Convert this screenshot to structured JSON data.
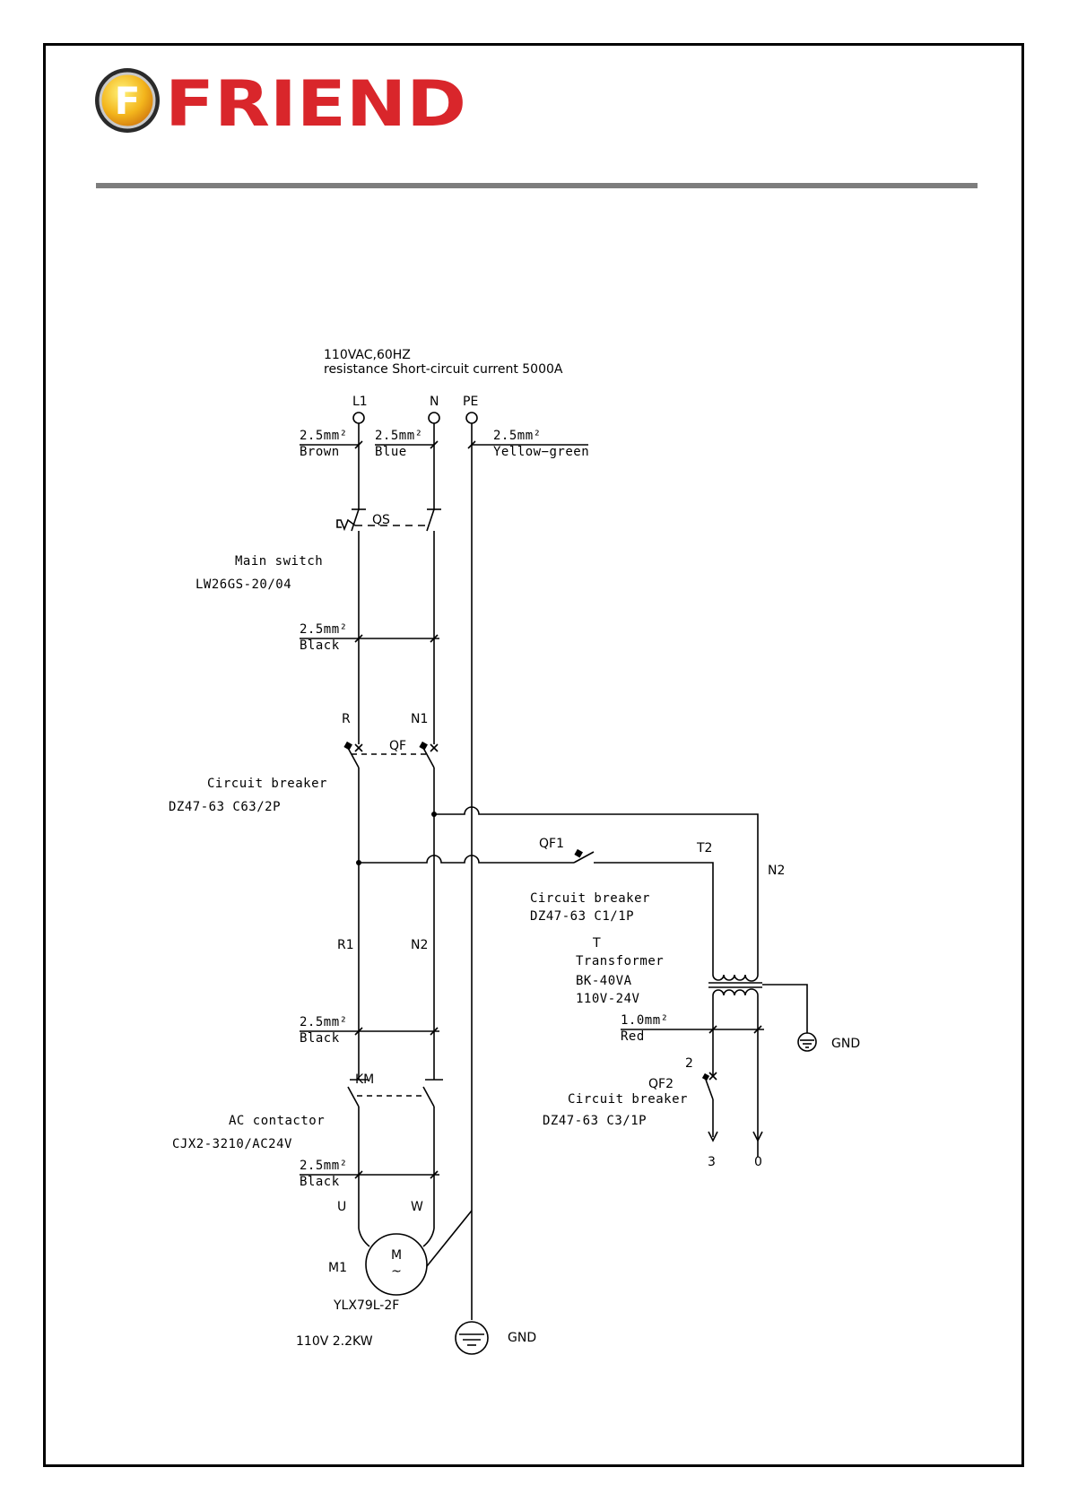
{
  "logo": {
    "text": "FRIEND",
    "badge_letter": "F",
    "color": "#d9262b"
  },
  "supply": {
    "line1": "110VAC,60HZ",
    "line2": "resistance Short-circuit current 5000A"
  },
  "terminals": {
    "l1": "L1",
    "n": "N",
    "pe": "PE"
  },
  "wires": {
    "w1": {
      "size": "2.5mm²",
      "color": "Brown"
    },
    "w2": {
      "size": "2.5mm²",
      "color": "Blue"
    },
    "w3": {
      "size": "2.5mm²",
      "color": "Yellow−green"
    },
    "w4": {
      "size": "2.5mm²",
      "color": "Black"
    },
    "w5": {
      "size": "2.5mm²",
      "color": "Black"
    },
    "w6": {
      "size": "2.5mm²",
      "color": "Black"
    },
    "w7": {
      "size": "1.0mm²",
      "color": "Red"
    }
  },
  "main_switch": {
    "tag": "QS",
    "name": "Main switch",
    "model": "LW26GS-20/04"
  },
  "nodes": {
    "r": "R",
    "n1": "N1",
    "r1": "R1",
    "n2": "N2",
    "n2_right": "N2",
    "t2": "T2",
    "u": "U",
    "w": "W",
    "two": "2",
    "three": "3",
    "zero": "0"
  },
  "breaker_main": {
    "tag": "QF",
    "name": "Circuit breaker",
    "model": "DZ47-63  C63/2P"
  },
  "breaker_qf1": {
    "tag": "QF1",
    "name": "Circuit breaker",
    "model": "DZ47-63 C1/1P"
  },
  "transformer": {
    "tag": "T",
    "name": "Transformer",
    "model": "BK-40VA",
    "rating": "110V-24V"
  },
  "breaker_qf2": {
    "tag": "QF2",
    "name": "Circuit breaker",
    "model": "DZ47-63 C3/1P"
  },
  "contactor": {
    "tag": "KM",
    "name": "AC contactor",
    "model": "CJX2-3210/AC24V"
  },
  "motor": {
    "symbol": "M",
    "ac": "~",
    "tag": "M1",
    "model": "YLX79L-2F",
    "rating": "110V 2.2KW"
  },
  "ground": {
    "main": "GND",
    "transformer": "GND"
  }
}
